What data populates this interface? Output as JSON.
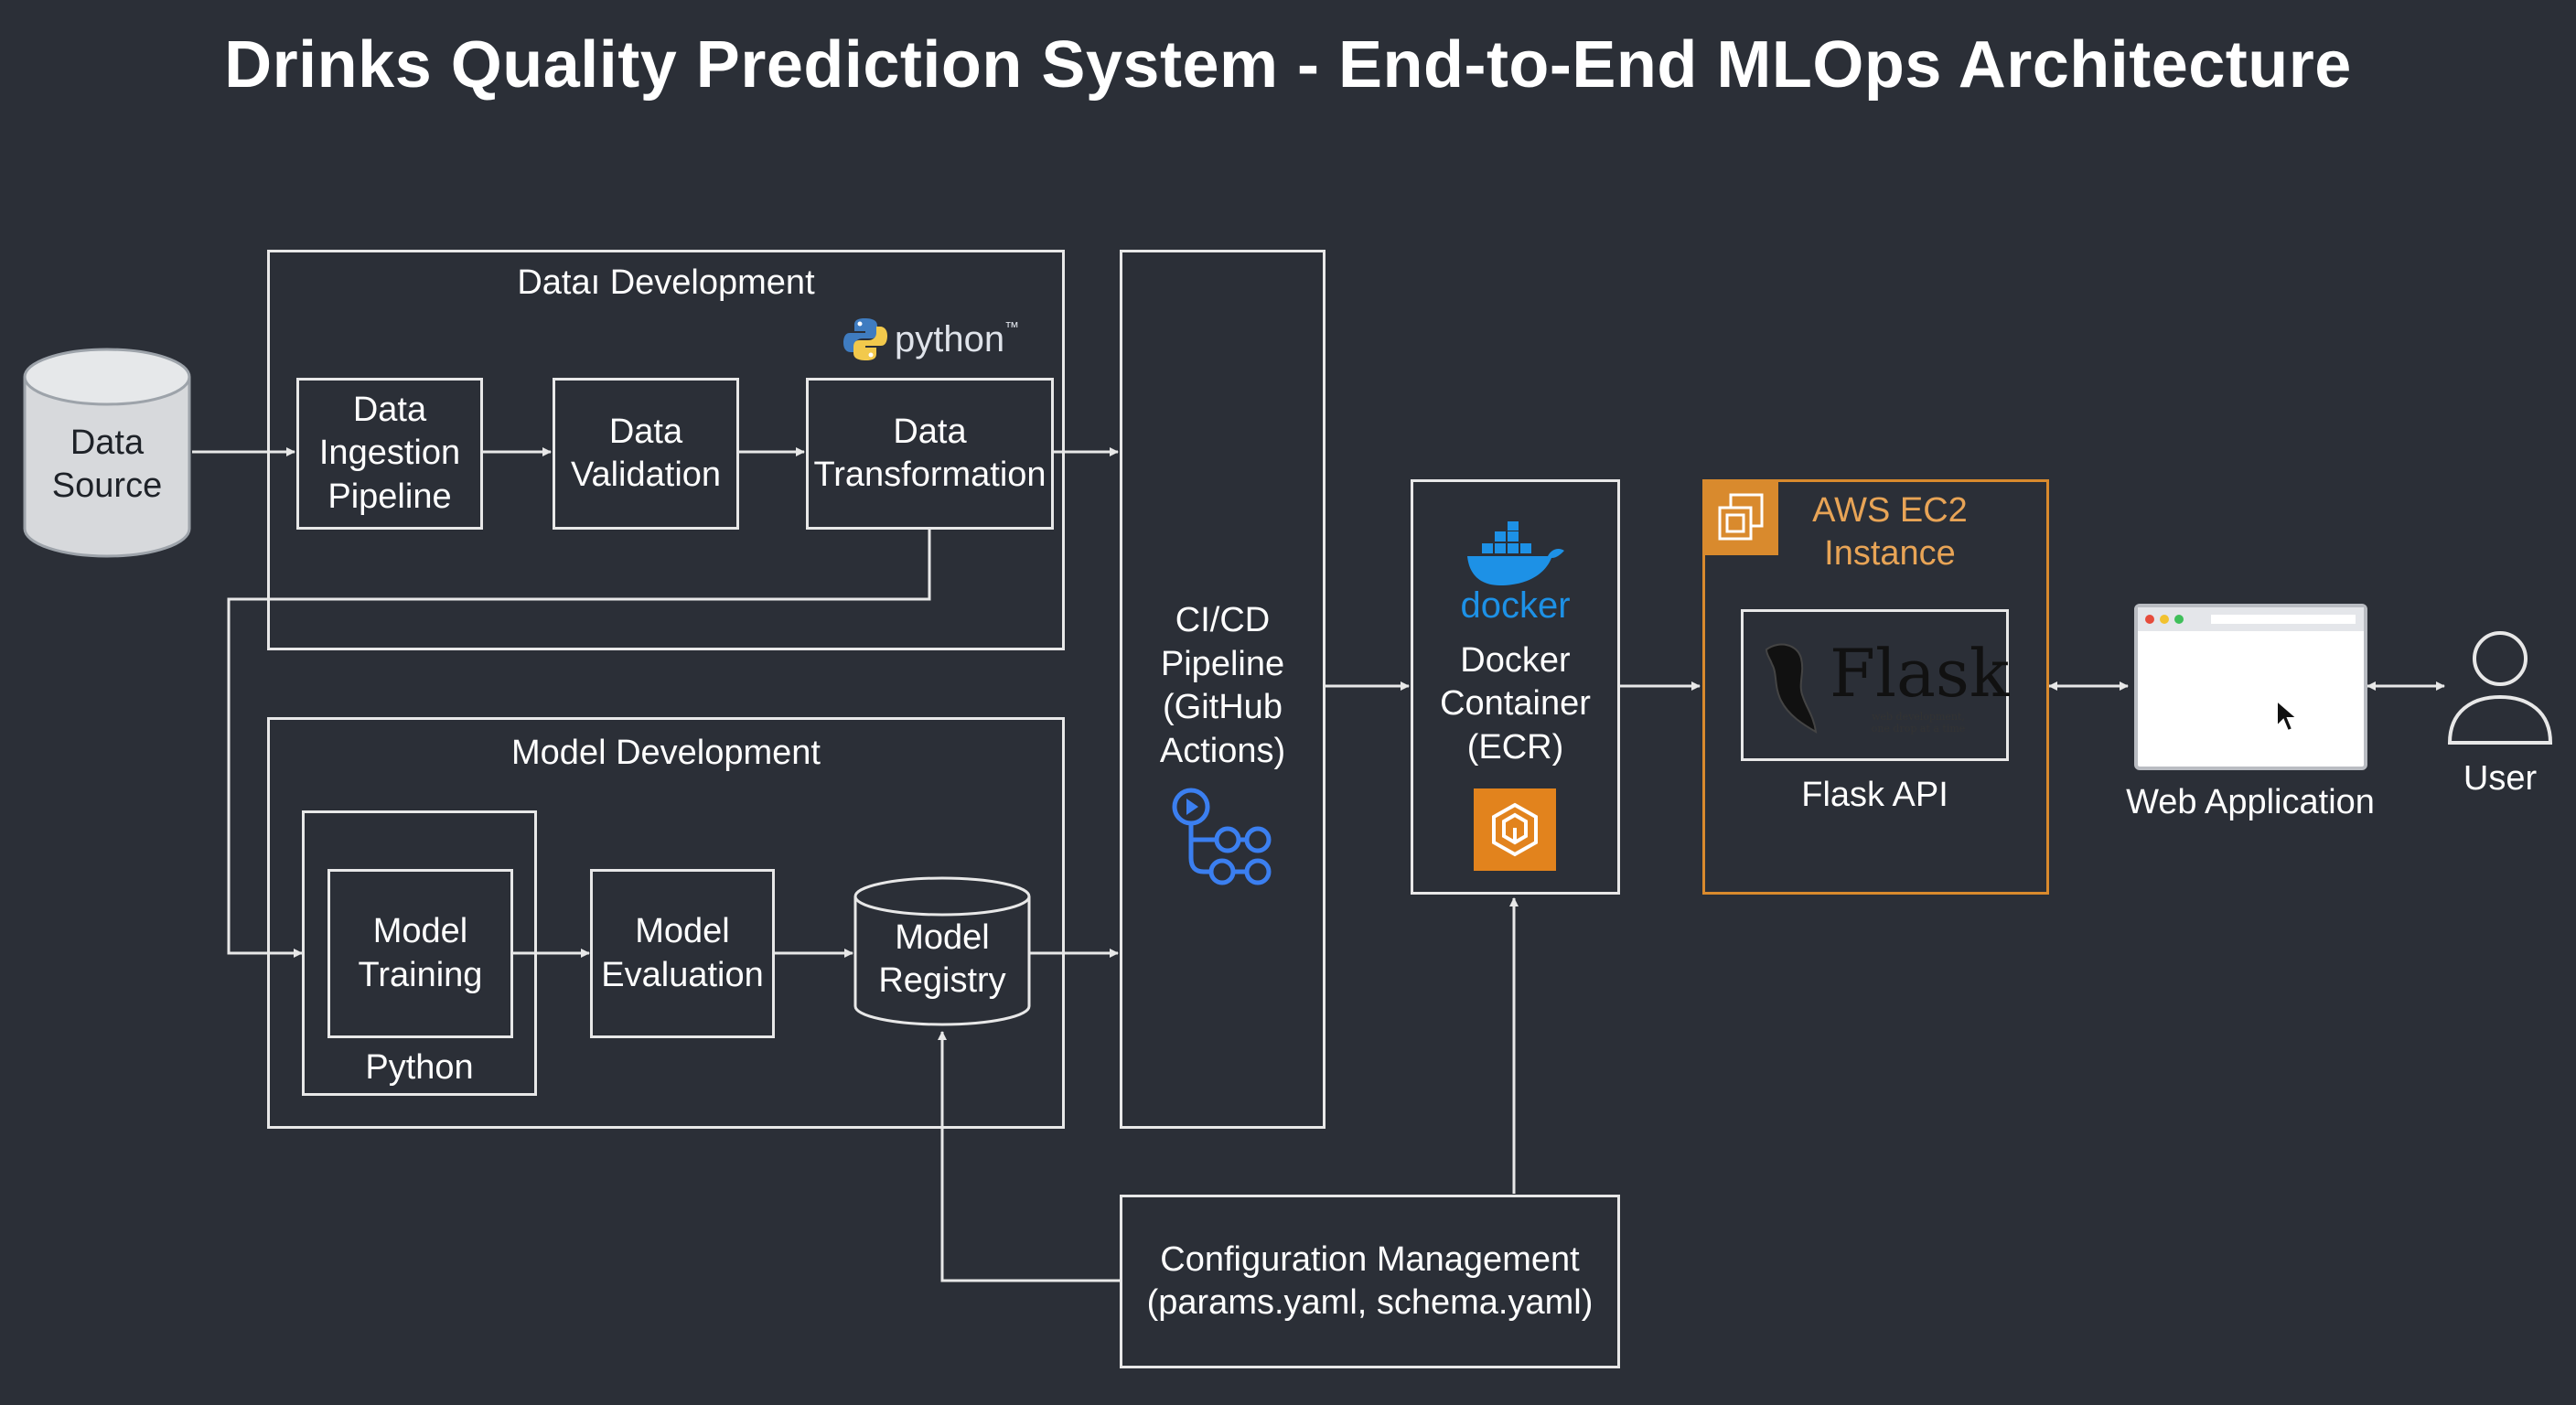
{
  "title": "Drinks Quality Prediction System - End-to-End MLOps Architecture",
  "colors": {
    "background": "#2b2f37",
    "line": "#e8e8e8",
    "aws_orange": "#d98a2d",
    "docker_blue": "#1d91e6",
    "github_actions_blue": "#3b7ff0"
  },
  "data_source": {
    "label": "Data\nSource"
  },
  "data_development": {
    "title": "Dataı Development",
    "python_logo_text": "python",
    "python_trademark": "™",
    "steps": [
      "Data\nIngestion\nPipeline",
      "Data\nValidation",
      "Data\nTransformation"
    ]
  },
  "model_development": {
    "title": "Model Development",
    "training": "Model\nTraining",
    "training_caption": "Python",
    "evaluation": "Model\nEvaluation",
    "registry": "Model\nRegistry"
  },
  "cicd": {
    "label": "CI/CD\nPipeline\n(GitHub\nActions)",
    "icon": "github-actions-icon"
  },
  "docker": {
    "logo_text": "docker",
    "label": "Docker\nContainer\n(ECR)",
    "icons": [
      "docker-whale-icon",
      "ecr-icon"
    ]
  },
  "aws_ec2": {
    "label": "AWS EC2\nInstance",
    "icon": "ec2-chip-icon",
    "flask_logo_text": "Flask",
    "flask_tagline": "web development,\none drop at a time",
    "flask_caption": "Flask API"
  },
  "web_application": {
    "label": "Web Application",
    "icons": [
      "browser-window-icon",
      "mouse-cursor-icon"
    ]
  },
  "user": {
    "label": "User",
    "icon": "user-icon"
  },
  "configuration": {
    "label": "Configuration Management\n(params.yaml, schema.yaml)"
  }
}
